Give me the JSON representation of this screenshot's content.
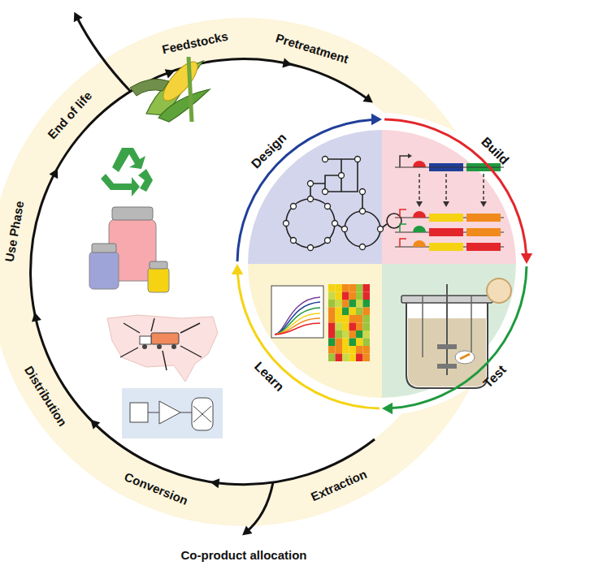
{
  "diagram": {
    "nodes": [
      {
        "text": [
          "Design"
        ]
      },
      {
        "text": [
          "Build"
        ]
      },
      {
        "text": [
          "Test"
        ]
      },
      {
        "text": [
          "Learn"
        ]
      }
    ],
    "edges": [
      {
        "from": 0,
        "to": 1,
        "arrow": "to"
      },
      {
        "from": 1,
        "to": 2,
        "arrow": "to"
      },
      {
        "from": 2,
        "to": 3,
        "arrow": "to"
      },
      {
        "from": 3,
        "to": 0,
        "arrow": "to"
      }
    ],
    "labels": [
      "Feedstocks",
      "Pretreatment",
      "Extraction",
      "Conversion",
      "Distribution",
      "Use Phase",
      "End of life",
      "Co-product allocation"
    ]
  }
}
